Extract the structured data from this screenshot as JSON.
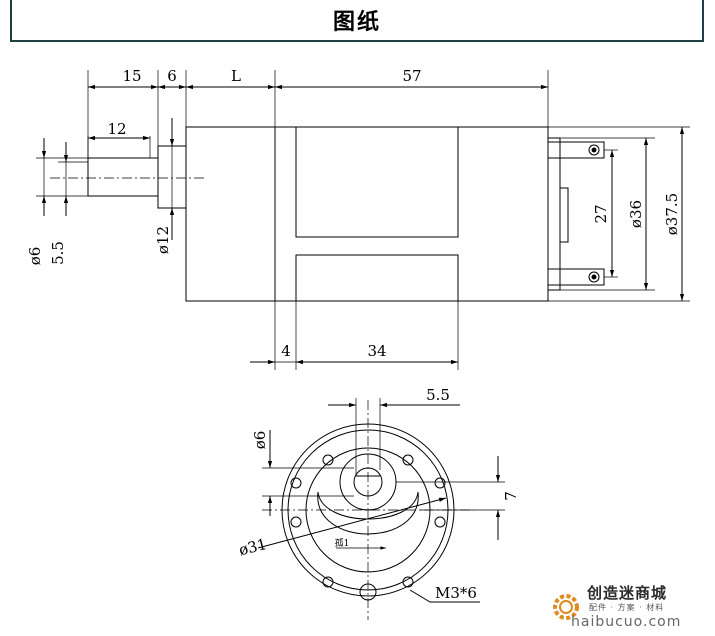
{
  "header": {
    "title": "图纸"
  },
  "side_view": {
    "dim_top": [
      "15",
      "6",
      "L",
      "57"
    ],
    "dim_shaft_len": "12",
    "dim_left": [
      "ø6",
      "5.5"
    ],
    "dim_boss": "ø12",
    "dim_right": [
      "27",
      "ø36",
      "ø37.5"
    ],
    "dim_bottom": [
      "4",
      "34"
    ]
  },
  "front_view": {
    "dim_flat": "5.5",
    "dim_shaft": "ø6",
    "dim_offset": "7",
    "dim_pcd": "ø31",
    "arc_note": "孤1",
    "screw_note": "M3*6"
  },
  "watermark": {
    "brand": "创造迷商城",
    "tagline": "配件 · 方案 · 材料",
    "url": "haibucuo.com",
    "logo": "gear-logo-icon",
    "accent_color": "#e08a1e"
  }
}
